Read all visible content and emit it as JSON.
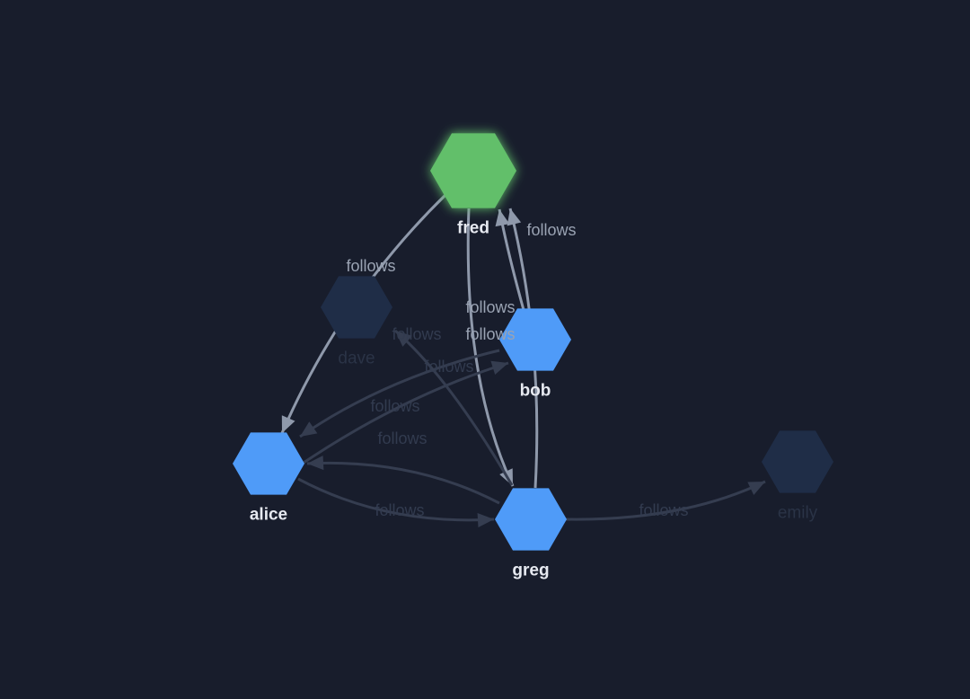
{
  "graph": {
    "colors": {
      "background": "#181d2c",
      "node_active": "#4f9bf8",
      "node_selected": "#62bf6a",
      "node_dim": "#1f2d47",
      "edge_bright": "#8f99ab",
      "edge_dim": "#353d50"
    },
    "nodes": [
      {
        "id": "fred",
        "label": "fred",
        "state": "selected"
      },
      {
        "id": "dave",
        "label": "dave",
        "state": "dim"
      },
      {
        "id": "bob",
        "label": "bob",
        "state": "active"
      },
      {
        "id": "alice",
        "label": "alice",
        "state": "active"
      },
      {
        "id": "greg",
        "label": "greg",
        "state": "active"
      },
      {
        "id": "emily",
        "label": "emily",
        "state": "dim"
      }
    ],
    "edges": [
      {
        "source": "fred",
        "target": "alice",
        "label": "follows",
        "state": "bright"
      },
      {
        "source": "fred",
        "target": "greg",
        "label": "follows",
        "state": "bright"
      },
      {
        "source": "bob",
        "target": "fred",
        "label": "follows",
        "state": "bright"
      },
      {
        "source": "greg",
        "target": "fred",
        "label": "follows",
        "state": "bright"
      },
      {
        "source": "greg",
        "target": "dave",
        "label": "follows",
        "state": "dim"
      },
      {
        "source": "alice",
        "target": "bob",
        "label": "follows",
        "state": "dim"
      },
      {
        "source": "bob",
        "target": "alice",
        "label": "follows",
        "state": "dim"
      },
      {
        "source": "greg",
        "target": "alice",
        "label": "follows",
        "state": "dim"
      },
      {
        "source": "alice",
        "target": "greg",
        "label": "follows",
        "state": "dim"
      },
      {
        "source": "greg",
        "target": "emily",
        "label": "follows",
        "state": "dim"
      }
    ]
  }
}
